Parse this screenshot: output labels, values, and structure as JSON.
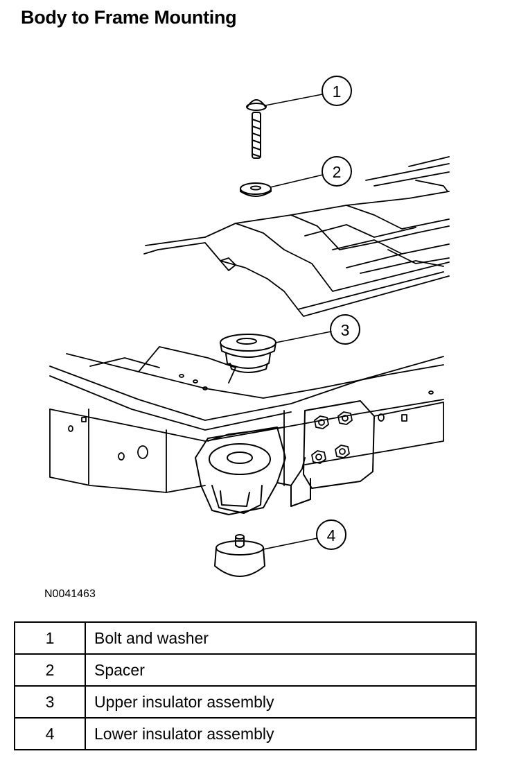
{
  "title": "Body to Frame Mounting",
  "figure_id": "N0041463",
  "callouts": [
    "1",
    "2",
    "3",
    "4"
  ],
  "legend": [
    {
      "num": "1",
      "desc": "Bolt and washer"
    },
    {
      "num": "2",
      "desc": "Spacer"
    },
    {
      "num": "3",
      "desc": "Upper insulator assembly"
    },
    {
      "num": "4",
      "desc": "Lower insulator assembly"
    }
  ]
}
